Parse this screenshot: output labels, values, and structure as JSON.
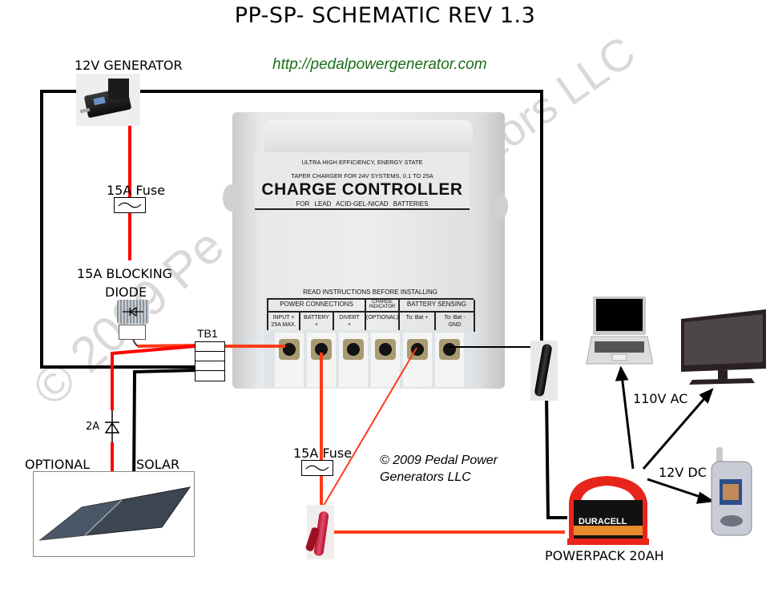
{
  "title": "PP-SP- SCHEMATIC REV 1.3",
  "url": "http://pedalpowergenerator.com",
  "watermark": {
    "left_text": "© 2009 Pe",
    "right_text": "rators LLC"
  },
  "copyright": {
    "line1": "© 2009 Pedal Power",
    "line2": "Generators LLC"
  },
  "components": {
    "generator": {
      "label": "12V GENERATOR"
    },
    "fuse_top": {
      "label": "15A Fuse"
    },
    "blocking_diode": {
      "label_line1": "15A BLOCKING",
      "label_line2": "DIODE"
    },
    "terminal_block": {
      "label": "TB1"
    },
    "solar_diode": {
      "label": "2A"
    },
    "solar": {
      "label_left": "OPTIONAL",
      "label_right": "SOLAR"
    },
    "fuse_bottom": {
      "label": "15A Fuse"
    },
    "powerpack": {
      "label": "POWERPACK 20AH",
      "brand": "DURACELL"
    },
    "ac_output": {
      "label": "110V AC"
    },
    "dc_output": {
      "label": "12V DC"
    }
  },
  "charge_controller": {
    "label_line1": "ULTRA HIGH EFFICIENCY, ENERGY STATE",
    "label_line2": "TAPER CHARGER FOR 24V SYSTEMS, 0.1 TO 25A",
    "label_title": "CHARGE CONTROLLER",
    "label_line3": "FOR   LEAD ACID-GEL-NICAD   BATTERIES",
    "instructions": "READ INSTRUCTIONS BEFORE INSTALLING",
    "group_power": "POWER CONNECTIONS",
    "group_charge": "CHARGE INDICATOR",
    "group_sensing": "BATTERY SENSING",
    "terminals": [
      {
        "name": "INPUT +",
        "sub": "25A MAX."
      },
      {
        "name": "BATTERY",
        "sub": "+"
      },
      {
        "name": "DIVERT",
        "sub": "+"
      },
      {
        "name": "(OPTIONAL)",
        "sub": ""
      },
      {
        "name": "To: Bat +",
        "sub": ""
      },
      {
        "name": "To: Bat -",
        "sub": "GND"
      }
    ]
  },
  "colors": {
    "positive_wire": "#ff0000",
    "controller_wire": "#ff3b1a",
    "negative_wire": "#000000",
    "url_green": "#1a6e1a",
    "watermark": "#d9d9d9"
  }
}
